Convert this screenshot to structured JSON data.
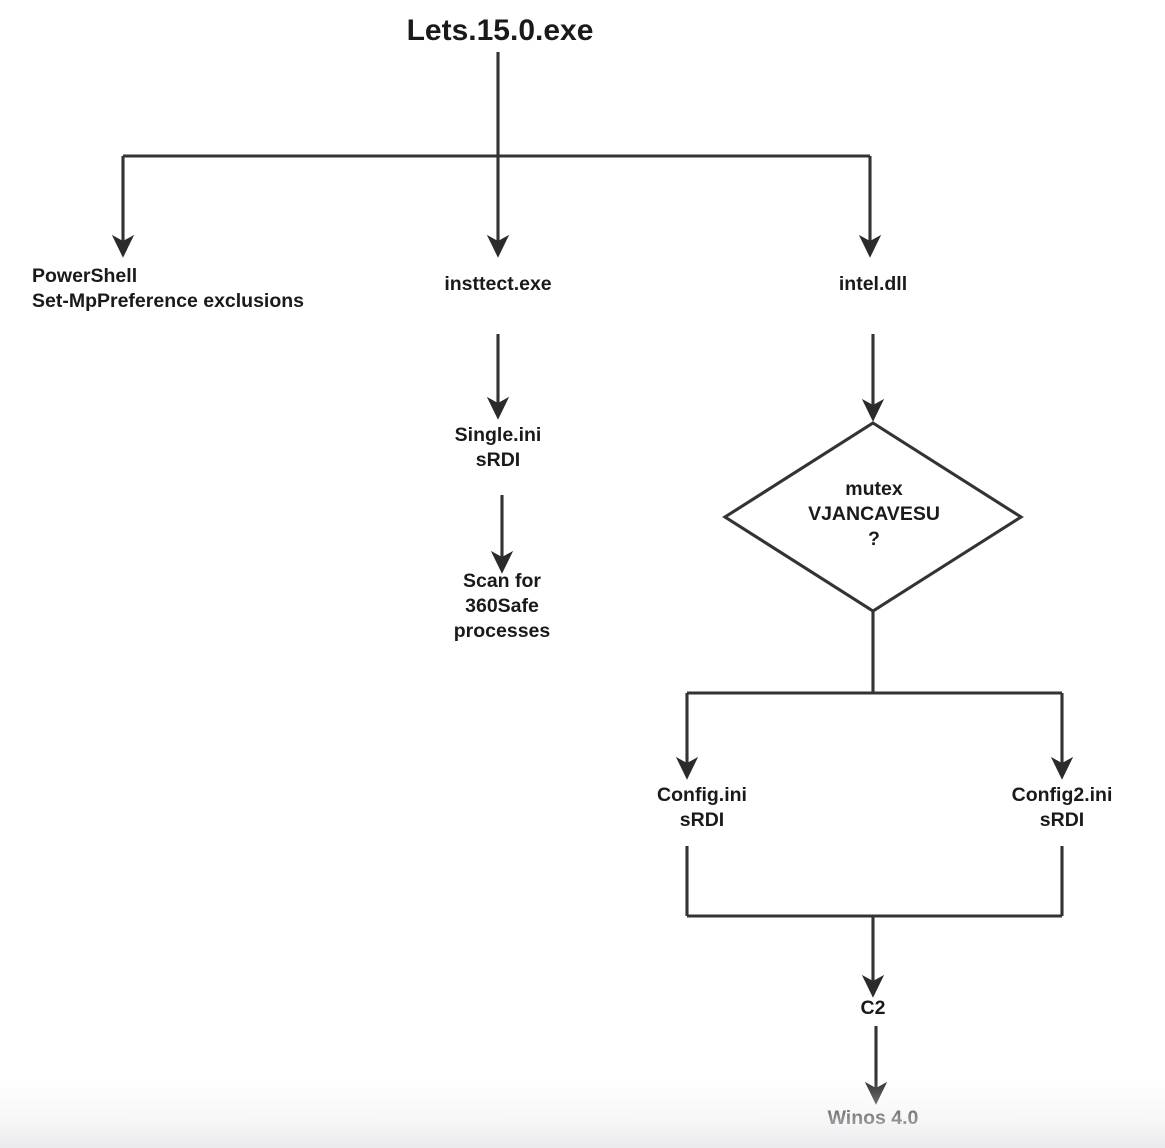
{
  "diagram": {
    "title": "Lets.15.0.exe",
    "type": "flowchart",
    "stroke_color": "#333333",
    "text_color": "#1a1a1a",
    "background_color": "#ffffff",
    "nodes": [
      {
        "id": "root",
        "label": "Lets.15.0.exe",
        "shape": "text"
      },
      {
        "id": "powershell",
        "label": "PowerShell\nSet-MpPreference exclusions",
        "shape": "text"
      },
      {
        "id": "insttect",
        "label": "insttect.exe",
        "shape": "text"
      },
      {
        "id": "intel",
        "label": "intel.dll",
        "shape": "text"
      },
      {
        "id": "single",
        "label": "Single.ini\nsRDI",
        "shape": "text"
      },
      {
        "id": "scan",
        "label": "Scan for\n360Safe\nprocesses",
        "shape": "text"
      },
      {
        "id": "mutex",
        "label": "mutex\nVJANCAVESU\n?",
        "shape": "diamond"
      },
      {
        "id": "config1",
        "label": "Config.ini\nsRDI",
        "shape": "text"
      },
      {
        "id": "config2",
        "label": "Config2.ini\nsRDI",
        "shape": "text"
      },
      {
        "id": "c2",
        "label": "C2",
        "shape": "text"
      },
      {
        "id": "winos",
        "label": "Winos 4.0",
        "shape": "text"
      }
    ],
    "edges": [
      {
        "from": "root",
        "to": "powershell",
        "style": "orthogonal-split-arrow"
      },
      {
        "from": "root",
        "to": "insttect",
        "style": "orthogonal-split-arrow"
      },
      {
        "from": "root",
        "to": "intel",
        "style": "orthogonal-split-arrow"
      },
      {
        "from": "insttect",
        "to": "single",
        "style": "straight-arrow"
      },
      {
        "from": "single",
        "to": "scan",
        "style": "straight-arrow"
      },
      {
        "from": "intel",
        "to": "mutex",
        "style": "straight-arrow"
      },
      {
        "from": "mutex",
        "to": "config1",
        "style": "orthogonal-split-arrow"
      },
      {
        "from": "mutex",
        "to": "config2",
        "style": "orthogonal-split-arrow"
      },
      {
        "from": "config1",
        "to": "c2",
        "style": "orthogonal-merge-arrow"
      },
      {
        "from": "config2",
        "to": "c2",
        "style": "orthogonal-merge-arrow"
      },
      {
        "from": "c2",
        "to": "winos",
        "style": "straight-arrow"
      }
    ]
  }
}
